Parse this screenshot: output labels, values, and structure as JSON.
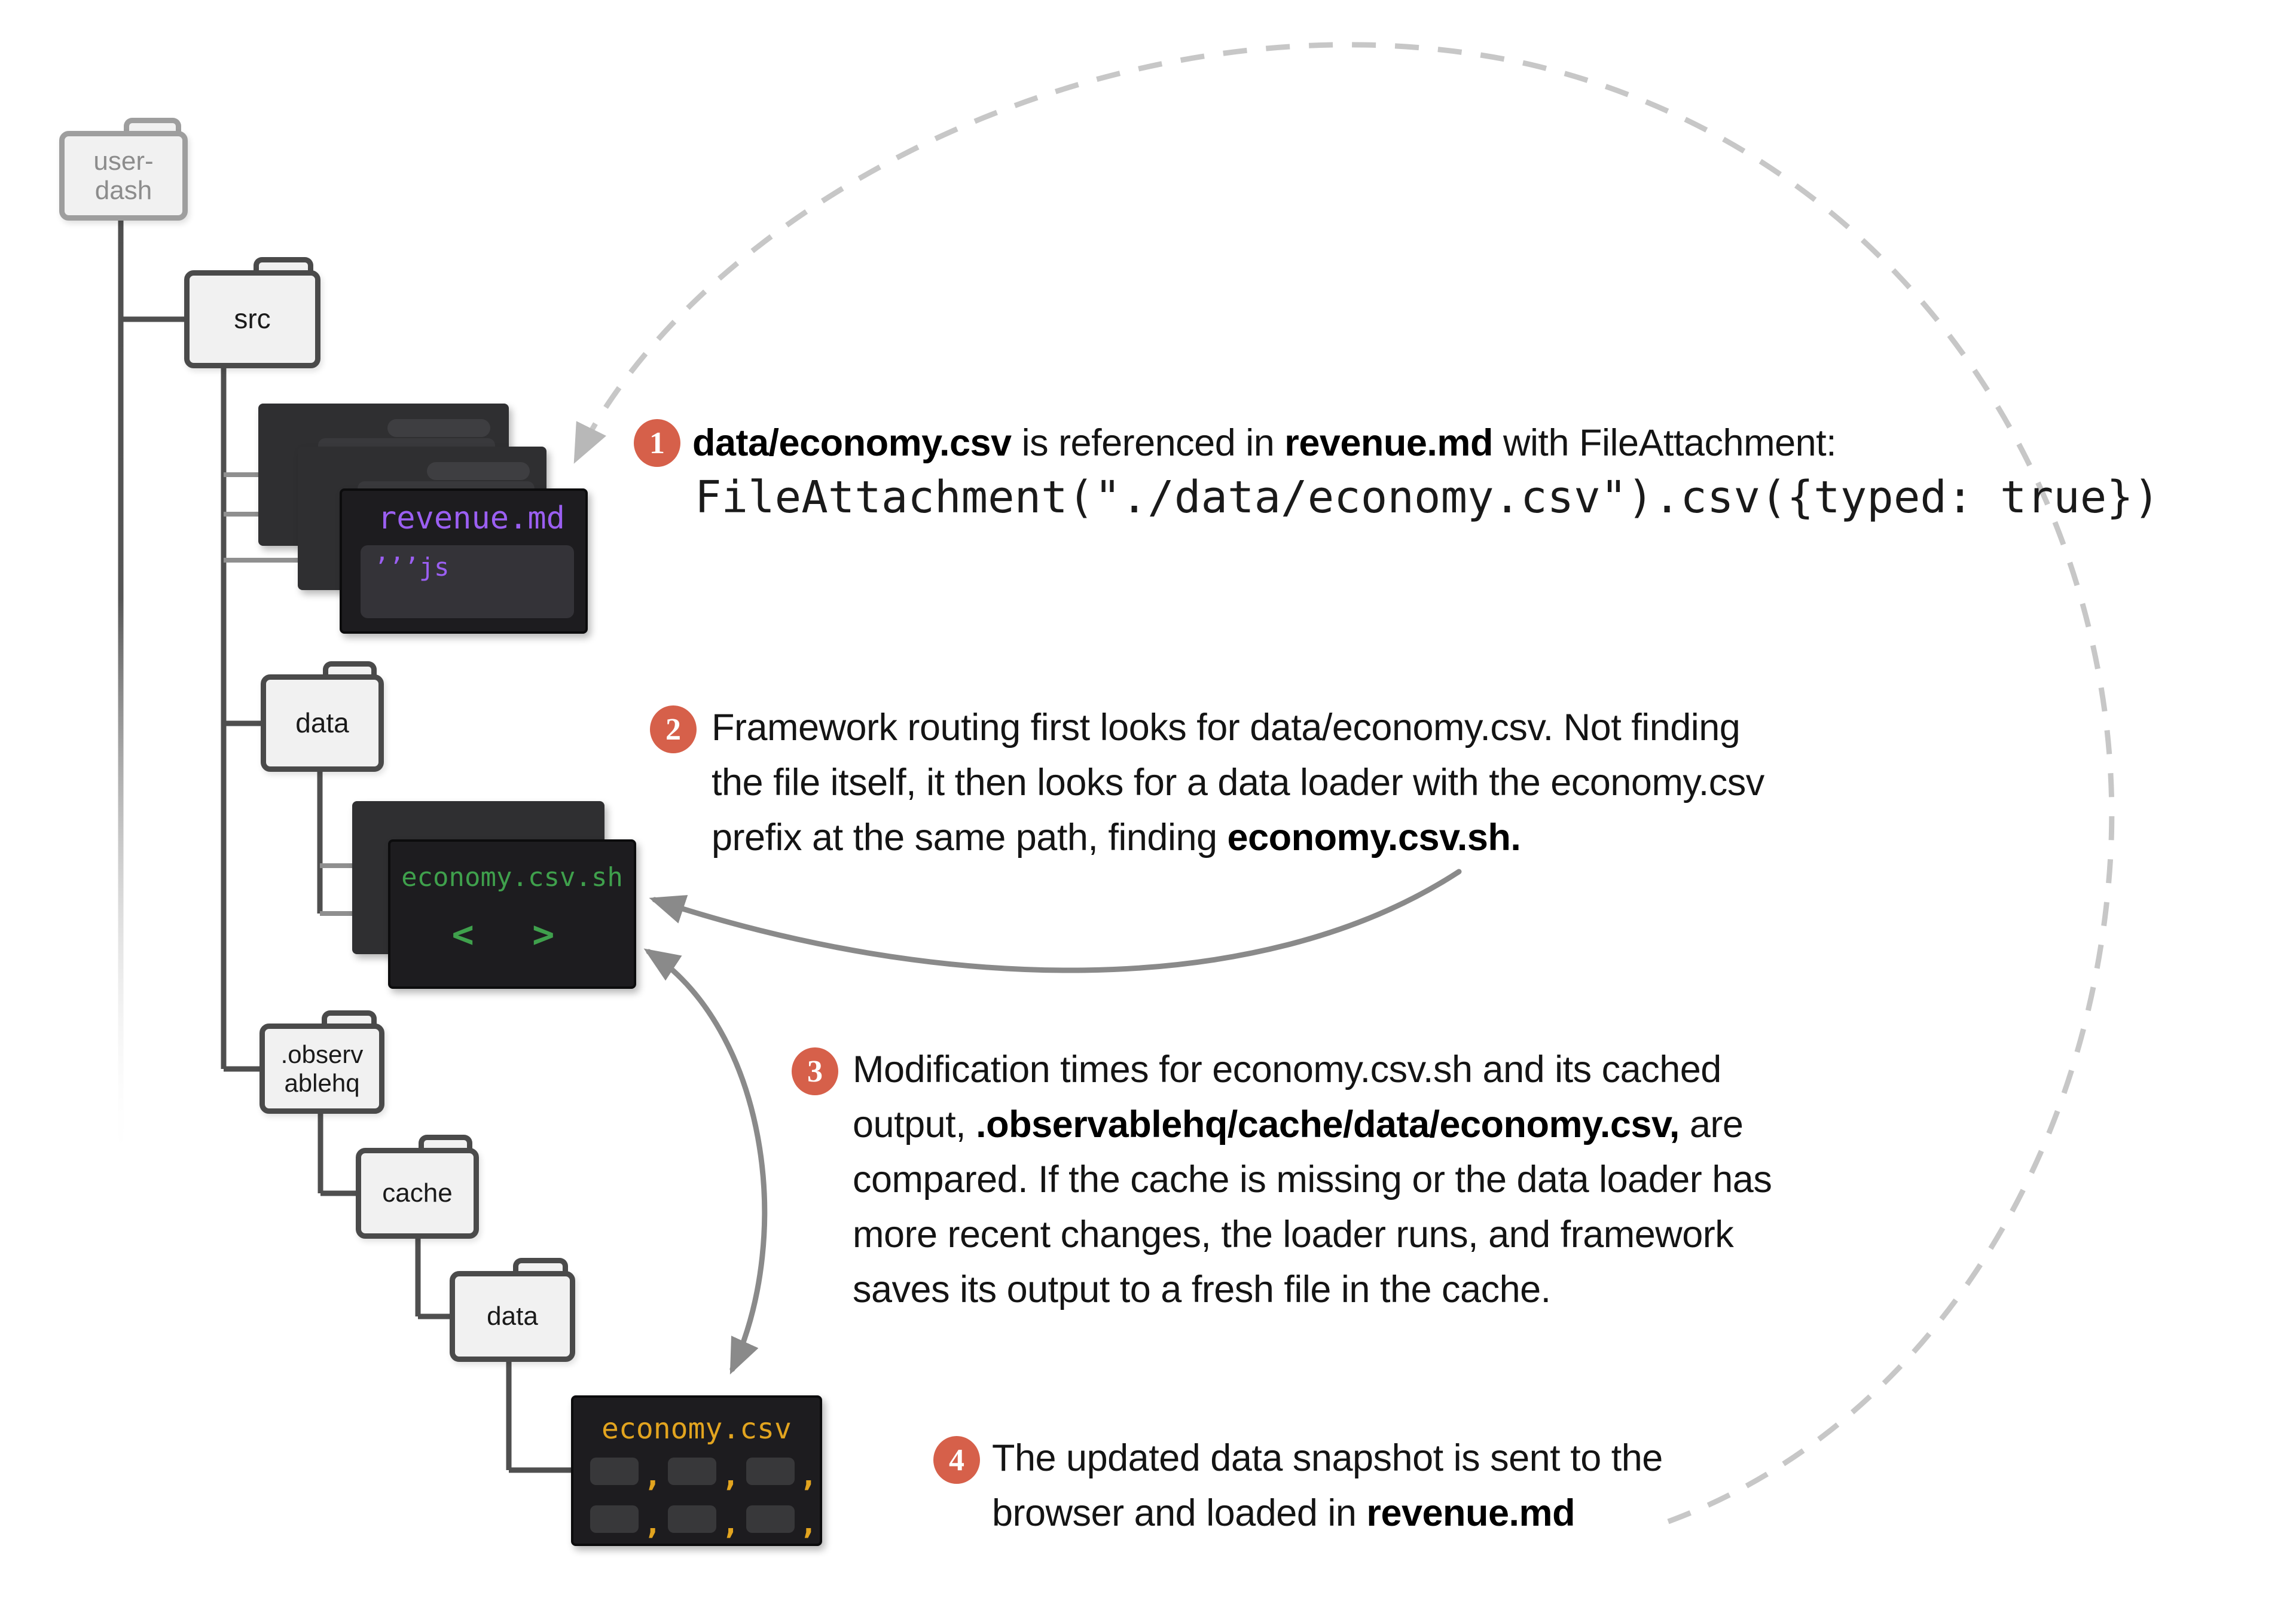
{
  "colors": {
    "badge_red": "#D6604A",
    "purple": "#9B5FF2",
    "green": "#3FA04C",
    "gold": "#E2A41F",
    "solid_arrow_gray": "#8A8A8A",
    "dashed_arc_gray": "#C7C7C7",
    "tree_line_dark": "#4F4F4F",
    "tree_line_light": "#8F8F8F",
    "folder_fill": "#F1F1F1",
    "folder_border": "#4A4A4A",
    "muted_folder_border": "#9E9E9E",
    "card_back": "#2F2F31",
    "card_front": "#1D1C1F"
  },
  "tree": {
    "user_dash": {
      "line1": "user-",
      "line2": "dash"
    },
    "src": {
      "line1": "src",
      "line2": ""
    },
    "data": {
      "line1": "data",
      "line2": ""
    },
    "observablehq": {
      "line1": ".observ",
      "line2": "ablehq"
    },
    "cache": {
      "line1": "cache",
      "line2": ""
    },
    "data_cache": {
      "line1": "data",
      "line2": ""
    }
  },
  "files": {
    "revenue_md": {
      "title": "revenue.md",
      "code": "’’’js"
    },
    "economy_csv_sh": {
      "title": "economy.csv.sh",
      "glyph": "< >"
    },
    "economy_csv": {
      "title": "economy.csv",
      "comma": ","
    }
  },
  "annotations": {
    "a1": {
      "num": "1",
      "bold1": "data/economy.csv",
      "mid": " is referenced in ",
      "bold2": "revenue.md",
      "tail": " with FileAttachment:",
      "code": "FileAttachment(\"./data/economy.csv\").csv({typed: true})"
    },
    "a2": {
      "num": "2",
      "line1": "Framework routing first looks for data/economy.csv. Not finding",
      "line2": "the file itself, it then looks for a data loader with the economy.csv",
      "line3_pre": "prefix at the same path, finding ",
      "line3_bold": "economy.csv.sh."
    },
    "a3": {
      "num": "3",
      "line1": "Modification times for economy.csv.sh and its cached",
      "line2_pre": "output, ",
      "line2_bold": ".observablehq/cache/data/economy.csv,",
      "line2_post": " are",
      "line3": "compared. If the cache is missing or the data loader has",
      "line4": "more recent changes, the loader runs, and framework",
      "line5": "saves its output to a fresh file in the cache."
    },
    "a4": {
      "num": "4",
      "line1": "The updated data snapshot is sent to the",
      "line2_pre": "browser and loaded in ",
      "line2_bold": "revenue.md"
    }
  }
}
